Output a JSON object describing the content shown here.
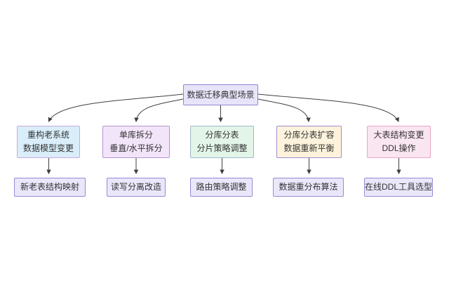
{
  "diagram": {
    "connector_color": "#3f3f3f",
    "root": {
      "label": "数据迁移典型场景",
      "fill": "#e7e4f9",
      "border": "#8f85d0"
    },
    "columns": [
      {
        "scenario": {
          "line1": "重构老系统",
          "line2": "数据模型变更",
          "fill": "#d9eefa",
          "border": "#cbaad8"
        },
        "action": {
          "label": "新老表结构映射",
          "fill": "#eae7fb",
          "border": "#968bd4"
        }
      },
      {
        "scenario": {
          "line1": "单库拆分",
          "line2": "垂直/水平拆分",
          "fill": "#f2e5f9",
          "border": "#b394d1"
        },
        "action": {
          "label": "读写分离改造",
          "fill": "#eae7fb",
          "border": "#968bd4"
        }
      },
      {
        "scenario": {
          "line1": "分库分表",
          "line2": "分片策略调整",
          "fill": "#e3f5e8",
          "border": "#9fb6c9"
        },
        "action": {
          "label": "路由策略调整",
          "fill": "#eae7fb",
          "border": "#968bd4"
        }
      },
      {
        "scenario": {
          "line1": "分库分表扩容",
          "line2": "数据重新平衡",
          "fill": "#fdf3dc",
          "border": "#a08cd0"
        },
        "action": {
          "label": "数据重分布算法",
          "fill": "#eae7fb",
          "border": "#968bd4"
        }
      },
      {
        "scenario": {
          "line1": "大表结构变更",
          "line2": "DDL操作",
          "fill": "#fae6f1",
          "border": "#e8a5c8"
        },
        "action": {
          "label": "在线DDL工具选型",
          "fill": "#eae7fb",
          "border": "#968bd4"
        }
      }
    ]
  }
}
